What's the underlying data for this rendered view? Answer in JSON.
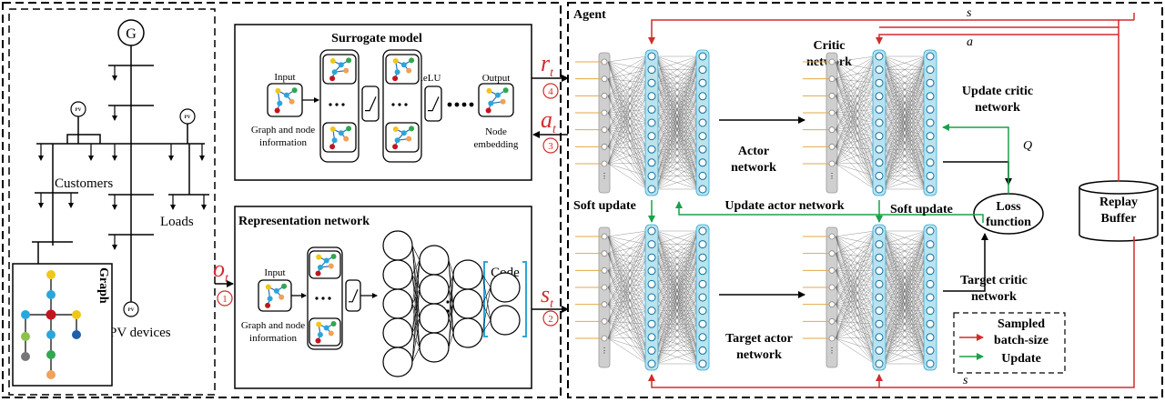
{
  "left_panel": {
    "generator_label": "G",
    "pv_label": "PV",
    "customers_label": "Customers",
    "loads_label": "Loads",
    "pv_devices_label": "PV devices",
    "graph_label": "Graph"
  },
  "surrogate": {
    "title": "Surrogate model",
    "input_label": "Input",
    "input_caption_1": "Graph and node",
    "input_caption_2": "information",
    "relu_label": "ReLU",
    "output_label": "Output",
    "output_caption_1": "Node",
    "output_caption_2": "embedding"
  },
  "representation": {
    "title": "Representation network",
    "input_label": "Input",
    "input_caption_1": "Graph and node",
    "input_caption_2": "information",
    "code_label": "Code"
  },
  "signals": {
    "o_main": "o",
    "o_sub": "t",
    "o_num": "1",
    "s_main": "s",
    "s_sub": "t",
    "s_num": "2",
    "a_main": "a",
    "a_sub": "t",
    "a_num": "3",
    "r_main": "r",
    "r_sub": "t",
    "r_num": "4"
  },
  "agent": {
    "title": "Agent",
    "actor_network_1": "Actor",
    "actor_network_2": "network",
    "critic_network_1": "Critic",
    "critic_network_2": "network",
    "update_critic_1": "Update critic",
    "update_critic_2": "network",
    "update_actor": "Update actor network",
    "soft_update_left": "Soft update",
    "soft_update_right": "Soft update",
    "target_actor_1": "Target actor",
    "target_actor_2": "network",
    "target_critic_1": "Target critic",
    "target_critic_2": "network",
    "loss_1": "Loss",
    "loss_2": "function",
    "replay_1": "Replay",
    "replay_2": "Buffer",
    "q_label": "Q",
    "s_top": "s",
    "a_top": "a",
    "s_bottom": "s"
  },
  "legend": {
    "sampled_1": "Sampled",
    "sampled_2": "batch-size",
    "update": "Update"
  },
  "colors": {
    "red": "#d22b2b",
    "green": "#1aa04a",
    "cyan_layer": "#b9e3ee",
    "cyan_stroke": "#2ba8d6",
    "grey_input": "#cfcfcf",
    "input_line": "#e0a94a",
    "node_yellow": "#f2c618",
    "node_blue": "#2aa6dc",
    "node_red": "#c4141c",
    "node_green": "#2fa84f",
    "node_orange": "#f0a15a"
  }
}
